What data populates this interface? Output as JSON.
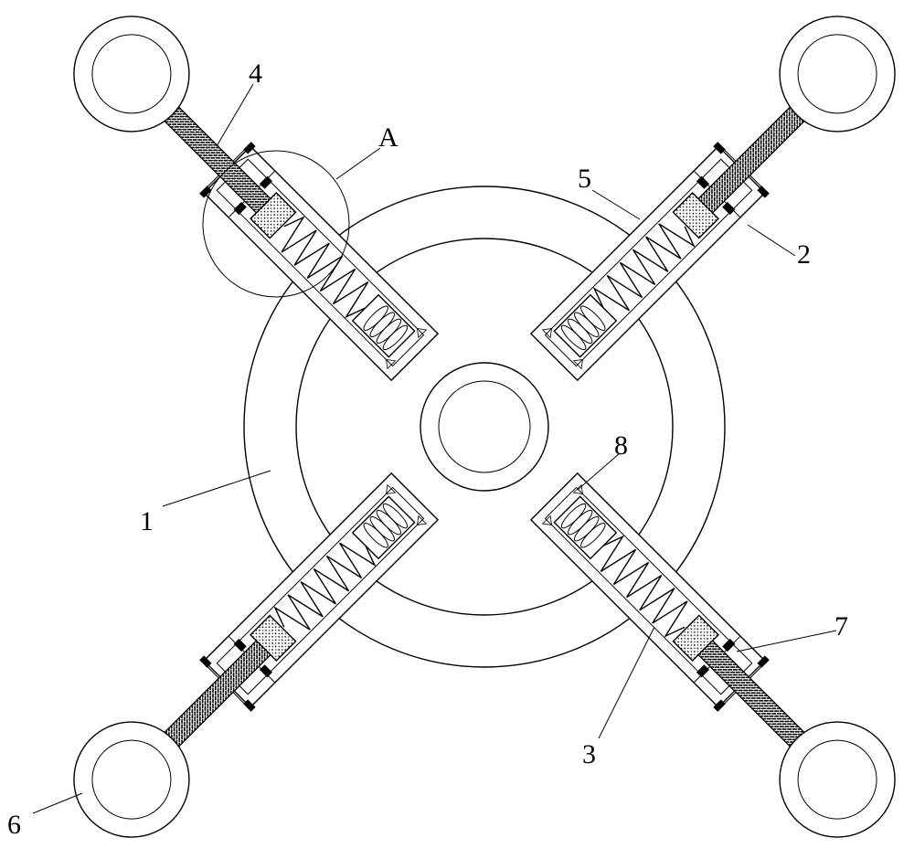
{
  "labels": {
    "part_1": "1",
    "part_2": "2",
    "part_3": "3",
    "part_4": "4",
    "part_5": "5",
    "part_6": "6",
    "part_7": "7",
    "part_8": "8",
    "detail_a": "A"
  },
  "colors": {
    "stroke": "#000000",
    "background": "#ffffff",
    "rod_fill": "#1a1a1a"
  }
}
